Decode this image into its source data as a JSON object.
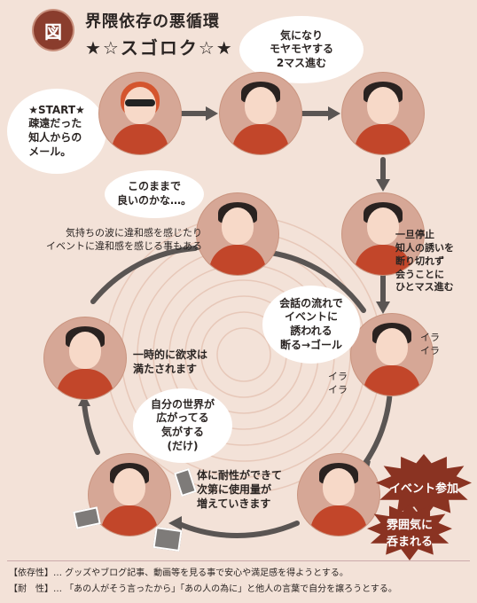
{
  "header": {
    "badge": "図",
    "title": "界隈依存の悪循環",
    "subtitle": "★☆スゴロク☆★"
  },
  "bubbles": {
    "top": "気になり\nモヤモヤする\n2マス進む",
    "start": "★START★\n疎遠だった\n知人からの\nメール。",
    "doubt": "このままで\n良いのかな…。",
    "world": "自分の世界が\n広がってる\n気がする\n(だけ)"
  },
  "notes": {
    "left_upper": "気持ちの波に違和感を感じたり\nイベントに違和感を感じる事もある",
    "stop": "一旦停止\n知人の誘いを\n断り切れず\n会うことに\nひとマス進む",
    "goal": "会話の流れで\nイベントに\n誘われる\n断る→ゴール",
    "desire": "一時的に欲求は\n満たされます",
    "tolerance": "体に耐性ができて\n次第に使用量が\n増えていきます",
    "ira1": "イラ\nイラ",
    "ira2": "イラ\nイラ"
  },
  "bursts": {
    "event": "イベント参加",
    "atmosphere": "雰囲気に\n呑まれる"
  },
  "footer": {
    "line1": "【依存性】… グッズやブログ記事、動画等を見る事で安心や満足感を得ようとする。",
    "line2": "【耐　性】… 「あの人がそう言ったから」「あの人の為に」と他人の言葉で自分を譲ろうとする。"
  },
  "colors": {
    "background": "#f3e2d8",
    "accent": "#8a3322",
    "arrow": "#5a5553",
    "circle": "#d6a796"
  },
  "icons": [
    "person-icon",
    "speech-bubble-icon",
    "arrow-icon",
    "phone-icon",
    "camera-icon"
  ]
}
